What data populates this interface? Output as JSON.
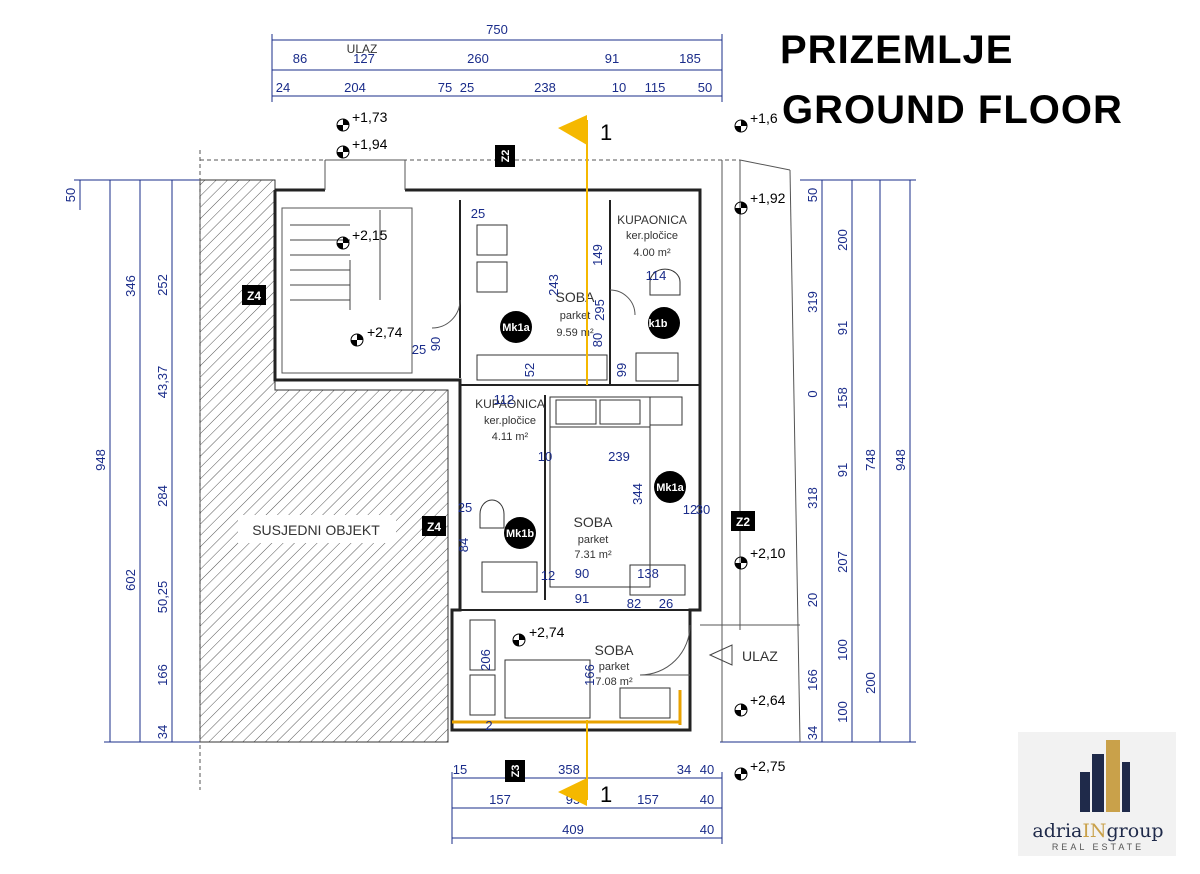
{
  "header": {
    "title_line1": "PRIZEMLJE",
    "title_line2": "GROUND FLOOR"
  },
  "top_dims": {
    "total": "750",
    "row2": [
      "86",
      "127",
      "260",
      "91",
      "185"
    ],
    "row3": [
      "24",
      "204",
      "75",
      "25",
      "238",
      "10",
      "115",
      "50"
    ],
    "ulaz": "ULAZ"
  },
  "left_dims": {
    "outer": "948",
    "middle": [
      "346",
      "602"
    ],
    "inner": [
      "50",
      "252",
      "43,37",
      "284",
      "50,25",
      "166",
      "34"
    ]
  },
  "right_dims": {
    "outer": "948",
    "second": "748",
    "third": [
      "319",
      "318",
      "200"
    ],
    "fourth": [
      "50",
      "200",
      "91",
      "158",
      "91",
      "207",
      "20",
      "100",
      "166",
      "100",
      "34"
    ],
    "small_zero": "0"
  },
  "bottom_dims": {
    "row1": [
      "15",
      "358",
      "34",
      "40"
    ],
    "row2": [
      "157",
      "95",
      "157",
      "40"
    ],
    "row3": [
      "409",
      "40"
    ]
  },
  "levels": [
    "+1,73",
    "+1,94",
    "+2,15",
    "+2,74",
    "+1,6",
    "+1,92",
    "+2,10",
    "+2,74",
    "+2,64",
    "+2,75"
  ],
  "rooms": {
    "bath1": {
      "name": "KUPAONICA",
      "floor": "ker.pločice",
      "area": "4.00 m²"
    },
    "room1": {
      "name": "SOBA",
      "floor": "parket",
      "area": "9.59 m²"
    },
    "bath2": {
      "name": "KUPAONICA",
      "floor": "ker.pločice",
      "area": "4.11 m²"
    },
    "room2": {
      "name": "SOBA",
      "floor": "parket",
      "area": "7.31 m²"
    },
    "room3": {
      "name": "SOBA",
      "floor": "parket",
      "area": "7.08 m²"
    },
    "neighbor": "SUSJEDNI OBJEKT",
    "entrance": "ULAZ"
  },
  "markers": {
    "mk1a": "Mk1a",
    "k1b": "k1b",
    "mk1a_2": "Mk1a",
    "mk1b": "Mk1b",
    "z2_top": "Z2",
    "z4_top": "Z4",
    "z4_mid": "Z4",
    "z2_mid": "Z2",
    "z3": "Z3",
    "section": "1"
  },
  "interior_dims": [
    "149",
    "243",
    "114",
    "295",
    "80",
    "99",
    "52",
    "90",
    "112",
    "239",
    "344",
    "10",
    "90",
    "138",
    "91",
    "82",
    "26",
    "12",
    "206",
    "166",
    "25",
    "30",
    "12",
    "25",
    "84",
    "2",
    "25"
  ],
  "logo": {
    "brand_prefix": "adria",
    "brand_caps": "IN",
    "brand_suffix": "group",
    "subtitle": "REAL ESTATE"
  },
  "colors": {
    "dims": "#1a2c8a",
    "section_marker": "#f5b800",
    "wall": "#222222",
    "hatch": "#555555"
  }
}
